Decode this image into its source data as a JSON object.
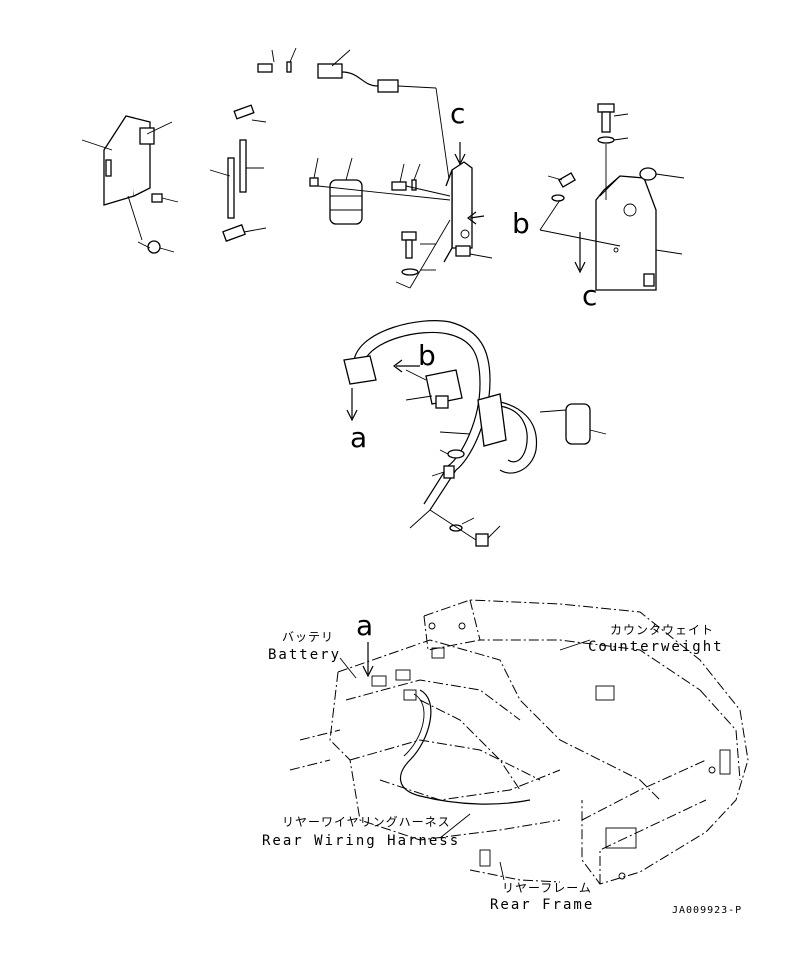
{
  "labels": {
    "c_top": "c",
    "b_upper": "b",
    "c_lower": "c",
    "b_mid": "b",
    "a_mid": "a",
    "a_bottom": "a"
  },
  "callouts": {
    "battery_jp": "バッテリ",
    "battery_en": "Battery",
    "counterweight_jp": "カウンタウェイト",
    "counterweight_en": "Counterweight",
    "harness_jp": "リヤーワイヤリングハーネス",
    "harness_en": "Rear Wiring Harness",
    "frame_jp": "リヤーフレーム",
    "frame_en": "Rear Frame"
  },
  "drawing_code": "JA009923-P"
}
